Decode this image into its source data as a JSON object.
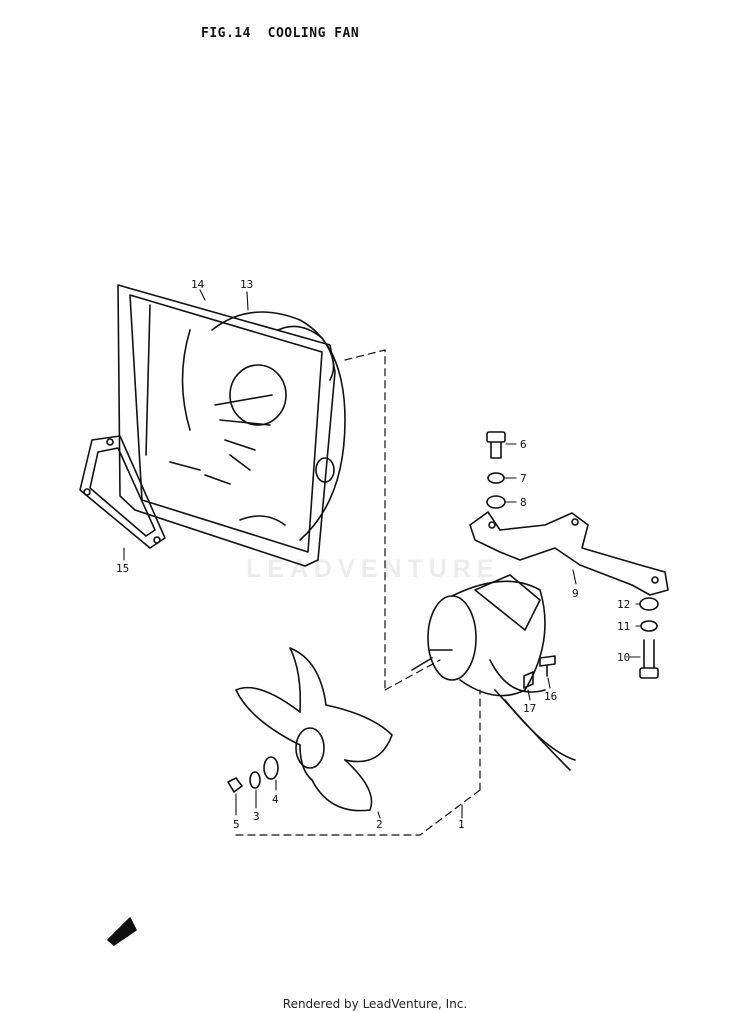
{
  "figure": {
    "title": "FIG.14  COOLING FAN"
  },
  "callouts": {
    "c1": "1",
    "c2": "2",
    "c3": "3",
    "c4": "4",
    "c5": "5",
    "c6": "6",
    "c7": "7",
    "c8": "8",
    "c9": "9",
    "c10": "10",
    "c11": "11",
    "c12": "12",
    "c13": "13",
    "c14": "14",
    "c15": "15",
    "c16": "16",
    "c17": "17"
  },
  "watermark": {
    "text": "LEADVENTURE"
  },
  "footer": {
    "text": "Rendered by LeadVenture, Inc."
  }
}
